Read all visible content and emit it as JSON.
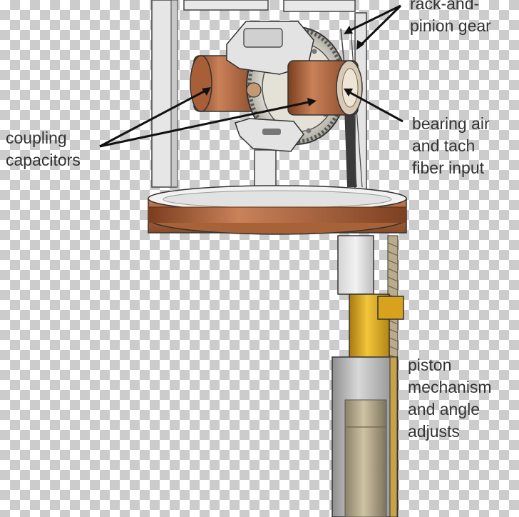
{
  "labels": {
    "rack_and_pinion": [
      "rack-and-",
      "pinion gear"
    ],
    "coupling_capacitors": [
      "coupling",
      "capacitors"
    ],
    "bearing_air": [
      "bearing air",
      "and tach",
      "fiber input"
    ],
    "piston": [
      "piston",
      "mechanism",
      "and angle",
      "adjusts"
    ]
  },
  "colors": {
    "copper": "#b8714a",
    "gold": "#d9a21c",
    "frame": "#e6e6e6",
    "outline": "#333333"
  }
}
